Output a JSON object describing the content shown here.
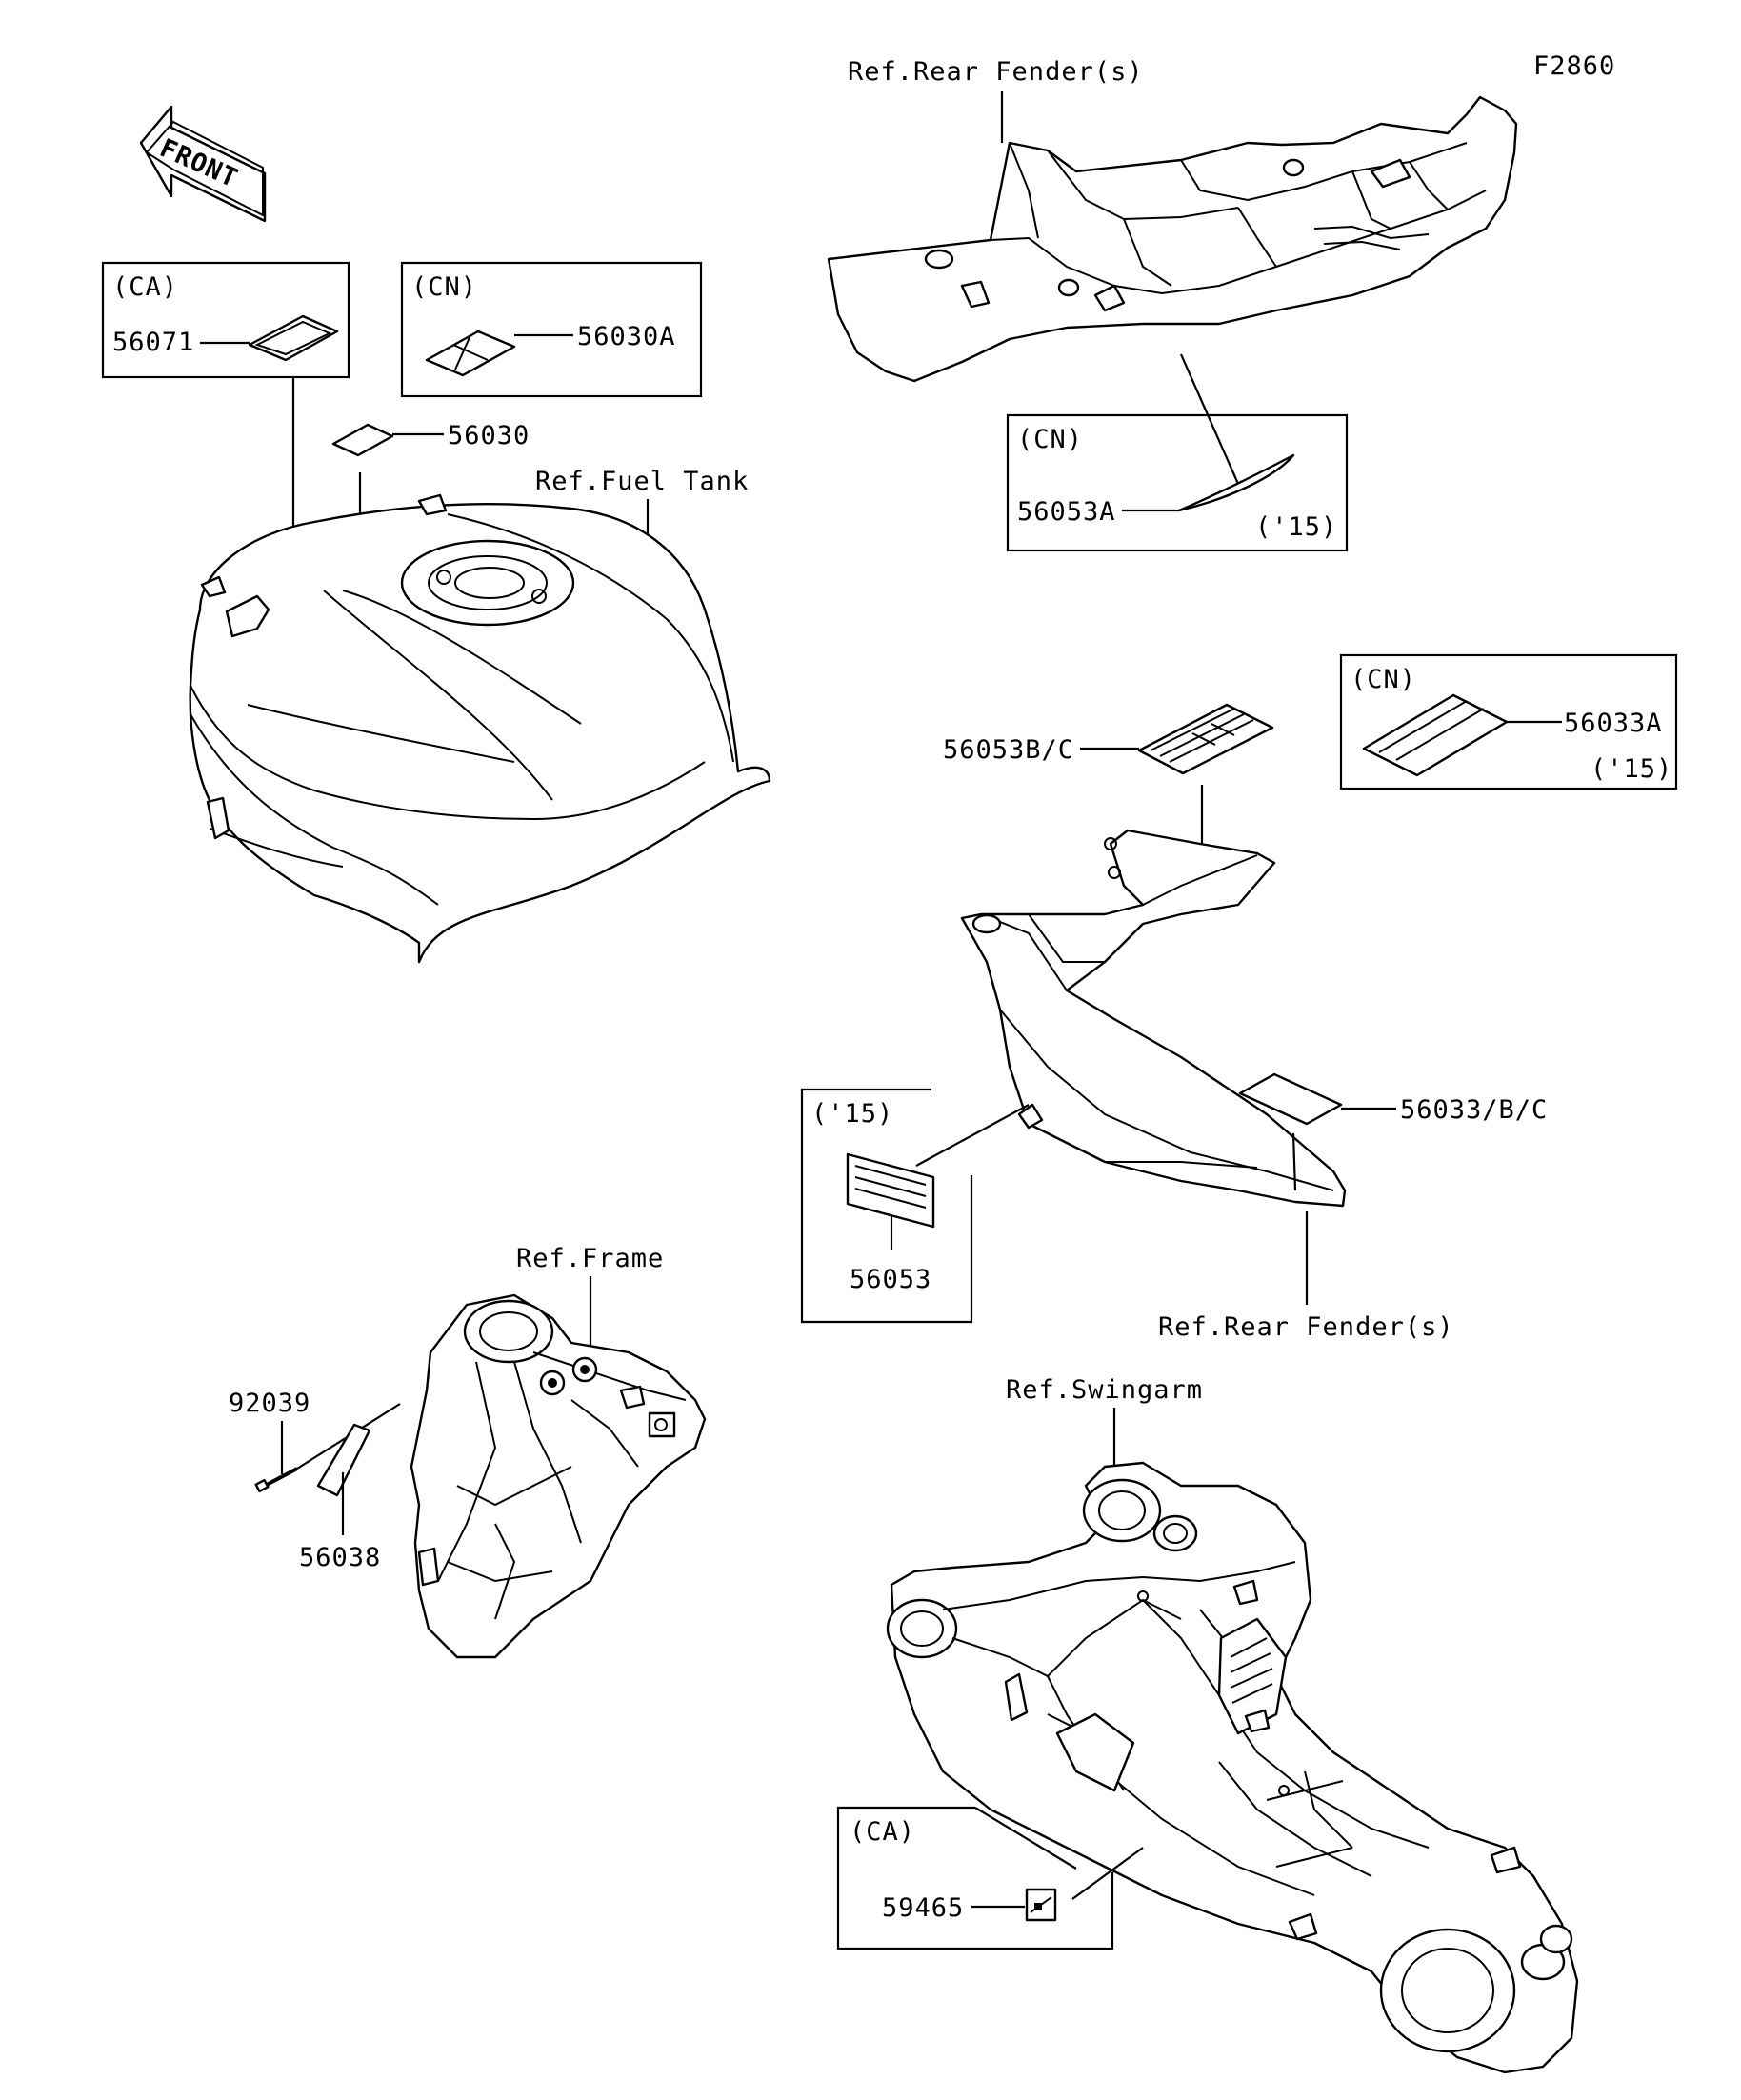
{
  "figure_code": "F2860",
  "front_arrow": "FRONT",
  "refs": {
    "rear_fender_top": "Ref.Rear Fender(s)",
    "fuel_tank": "Ref.Fuel Tank",
    "frame": "Ref.Frame",
    "rear_fender_mid": "Ref.Rear Fender(s)",
    "swingarm": "Ref.Swingarm"
  },
  "boxes": {
    "ca_tank": "(CA)",
    "cn_tank": "(CN)",
    "cn_fender": "(CN)",
    "cn_fender_year": "('15)",
    "cn_right": "(CN)",
    "cn_right_year": "('15)",
    "y15_mid": "('15)",
    "ca_swing": "(CA)"
  },
  "parts": {
    "p56071": "56071",
    "p56030A": "56030A",
    "p56030": "56030",
    "p56053A": "56053A",
    "p56053BC": "56053B/C",
    "p56033A": "56033A",
    "p56033BC": "56033/B/C",
    "p56053": "56053",
    "p92039": "92039",
    "p56038": "56038",
    "p59465": "59465"
  }
}
